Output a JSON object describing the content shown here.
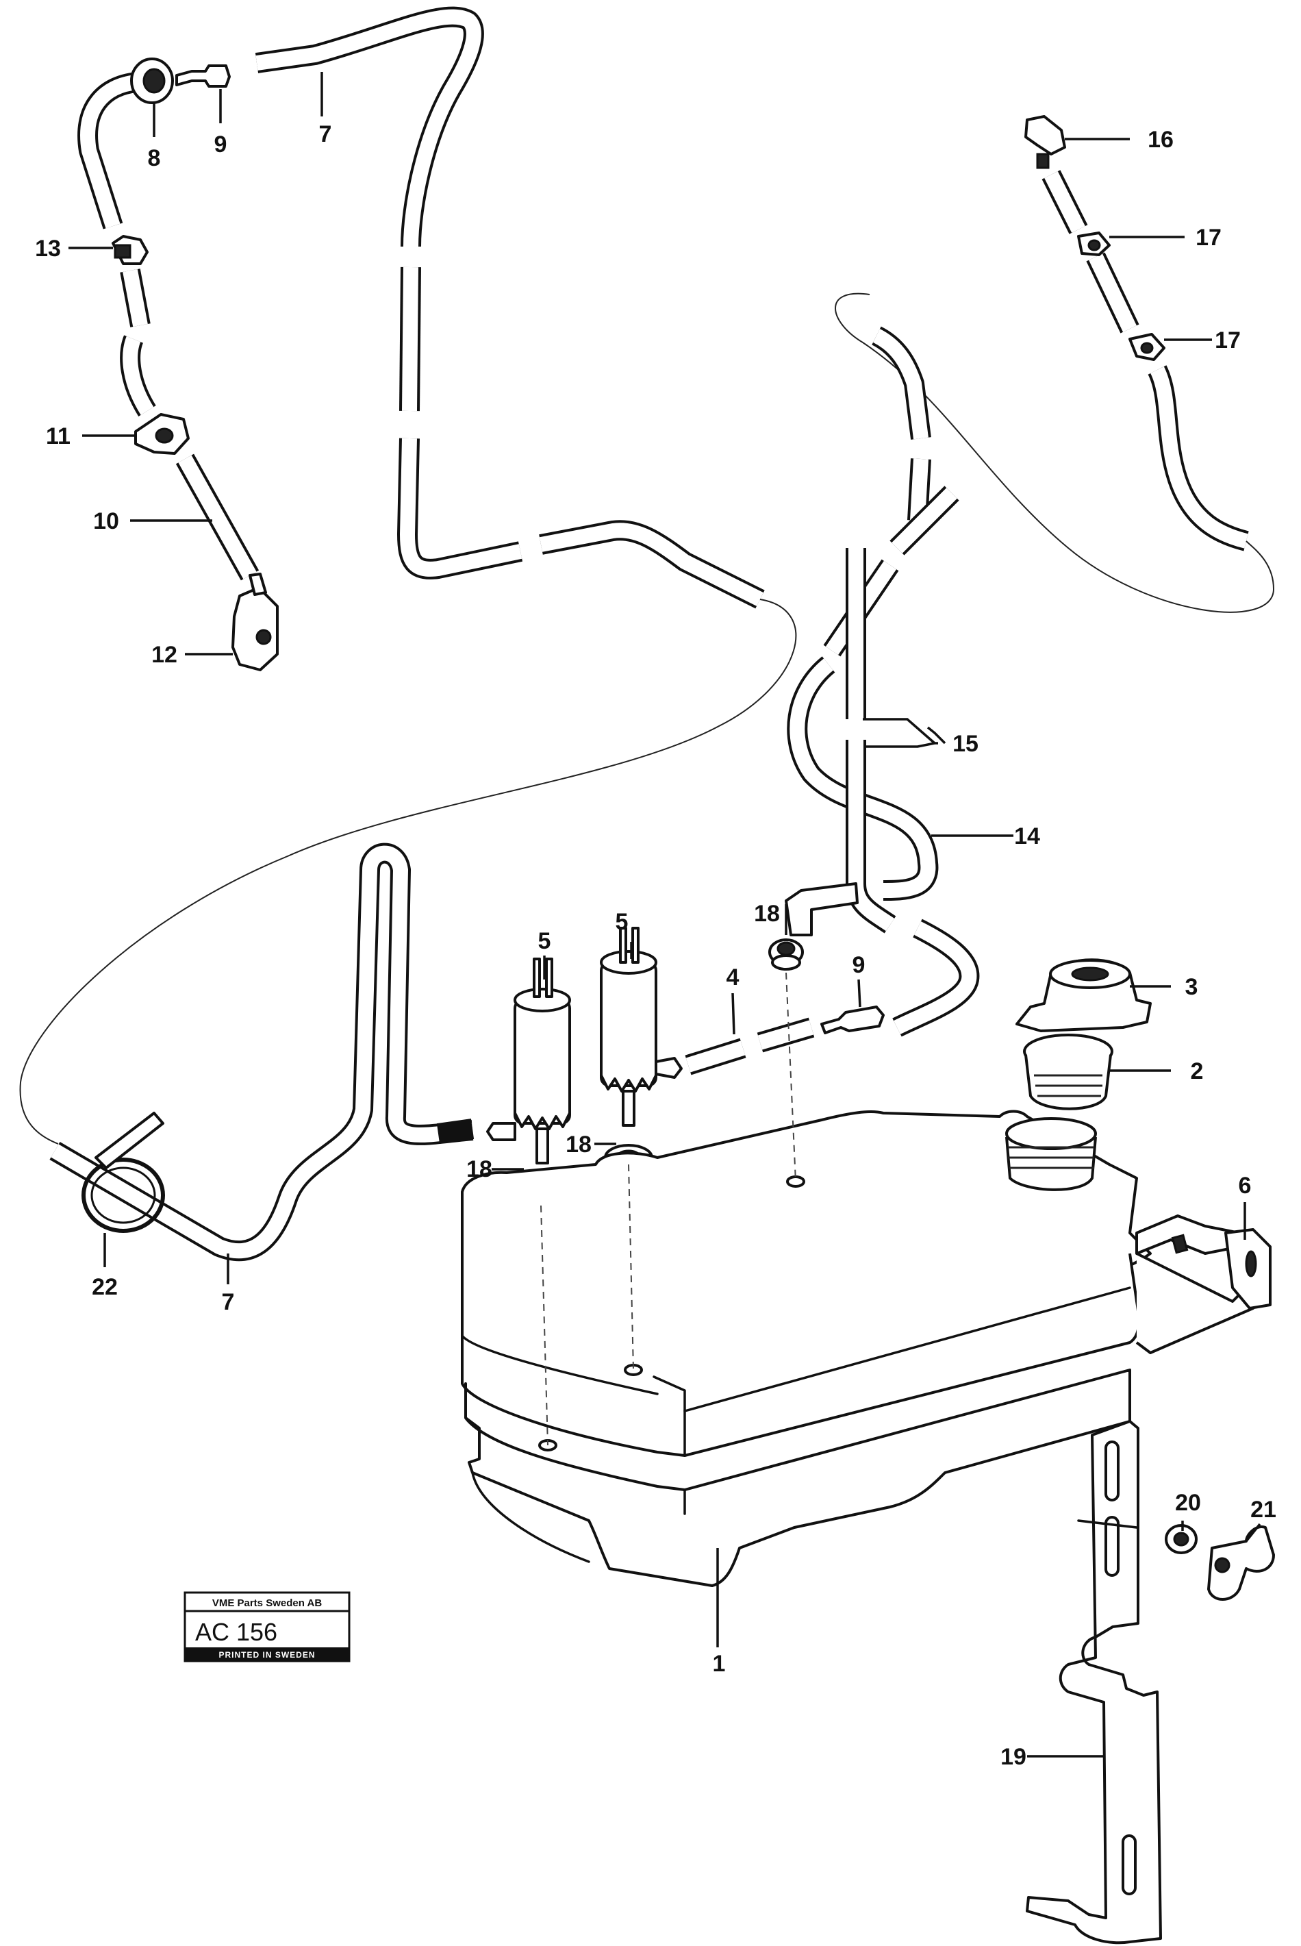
{
  "callouts": {
    "c1": "1",
    "c2": "2",
    "c3": "3",
    "c4": "4",
    "c5a": "5",
    "c5b": "5",
    "c6": "6",
    "c7a": "7",
    "c7b": "7",
    "c8": "8",
    "c9a": "9",
    "c9b": "9",
    "c10": "10",
    "c11": "11",
    "c12": "12",
    "c13": "13",
    "c14": "14",
    "c15": "15",
    "c16": "16",
    "c17a": "17",
    "c17b": "17",
    "c18a": "18",
    "c18b": "18",
    "c18c": "18",
    "c19": "19",
    "c20": "20",
    "c21": "21",
    "c22": "22"
  },
  "stamp": {
    "company": "VME Parts Sweden AB",
    "code": "AC 156",
    "printed": "PRINTED IN SWEDEN"
  }
}
